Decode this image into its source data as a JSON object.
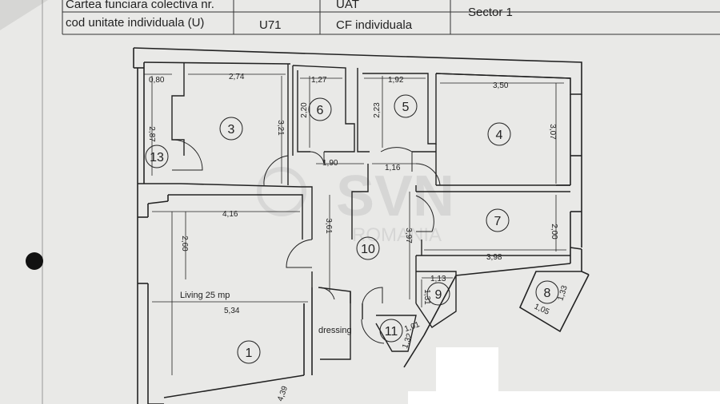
{
  "header": {
    "row1": {
      "col1": "Cartea funciara colectiva nr.",
      "col3": "UAT",
      "col4": "Sector 1"
    },
    "row2": {
      "col1": "cod unitate individuala (U)",
      "col2": "U71",
      "col3": "CF individuala"
    }
  },
  "watermark": {
    "logo": "SVN",
    "sub": "ROMANIA"
  },
  "rooms": [
    {
      "id": "1",
      "label": "1"
    },
    {
      "id": "3",
      "label": "3"
    },
    {
      "id": "4",
      "label": "4"
    },
    {
      "id": "5",
      "label": "5"
    },
    {
      "id": "6",
      "label": "6"
    },
    {
      "id": "7",
      "label": "7"
    },
    {
      "id": "8",
      "label": "8"
    },
    {
      "id": "9",
      "label": "9"
    },
    {
      "id": "10",
      "label": "10"
    },
    {
      "id": "11",
      "label": "11"
    },
    {
      "id": "13",
      "label": "13"
    }
  ],
  "room_notes": {
    "living": "Living 25 mp",
    "dressing": "dressing"
  },
  "dimensions": {
    "d080": "0,80",
    "d274": "2,74",
    "d127": "1,27",
    "d192": "1,92",
    "d350": "3,50",
    "d287": "2,87",
    "d321": "3,21",
    "d220": "2,20",
    "d223": "2,23",
    "d307": "3,07",
    "d190": "1,90",
    "d116": "1,16",
    "d416": "4,16",
    "d260": "2,60",
    "d361": "3,61",
    "d397": "3,97",
    "d200": "2,00",
    "d398": "3,98",
    "d113": "1,13",
    "d131": "1,31",
    "d133": "1,33",
    "d105": "1,05",
    "d534": "5,34",
    "d101": "1,01",
    "d132": "1,32",
    "d439": "4,39"
  },
  "colors": {
    "paper": "#e9e9e7",
    "ink": "#222222",
    "white_patch": "#ffffff"
  }
}
